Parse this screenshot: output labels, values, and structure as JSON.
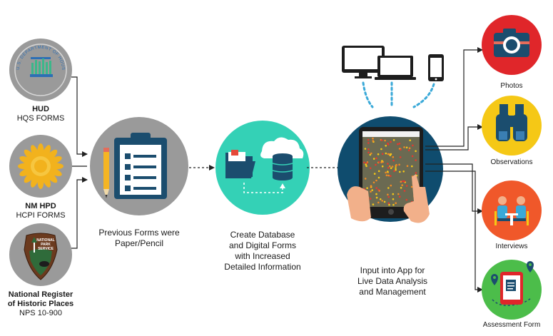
{
  "sources": [
    {
      "title": "HUD",
      "subtitle": "HQS FORMS"
    },
    {
      "title": "NM HPD",
      "subtitle": "HCPI FORMS"
    },
    {
      "title_lines": [
        "National Register",
        "of Historic Places"
      ],
      "subtitle": "NPS 10-900"
    }
  ],
  "hud_seal_text": "U.S. DEPARTMENT OF HOUSING AND URBAN DEVELOPMENT",
  "nps_badge_text": [
    "NATIONAL",
    "PARK",
    "SERVICE"
  ],
  "steps": [
    {
      "lines": [
        "Previous Forms were",
        "Paper/Pencil"
      ]
    },
    {
      "lines": [
        "Create Database",
        "and Digital Forms",
        "with Increased",
        "Detailed Information"
      ]
    },
    {
      "lines": [
        "Input into App for",
        "Live Data Analysis",
        "and Management"
      ]
    }
  ],
  "outputs": [
    "Photos",
    "Observations",
    "Interviews",
    "Assessment Form"
  ],
  "colors": {
    "gray_circle": "#9a9a9a",
    "teal_circle": "#34d1b6",
    "navy_circle": "#0f4c6e",
    "red_circle": "#e0262a",
    "yellow_circle": "#f5c816",
    "orange_circle": "#f0582a",
    "green_circle": "#4cbd4a",
    "dotted_connector": "#3aa9d8"
  }
}
